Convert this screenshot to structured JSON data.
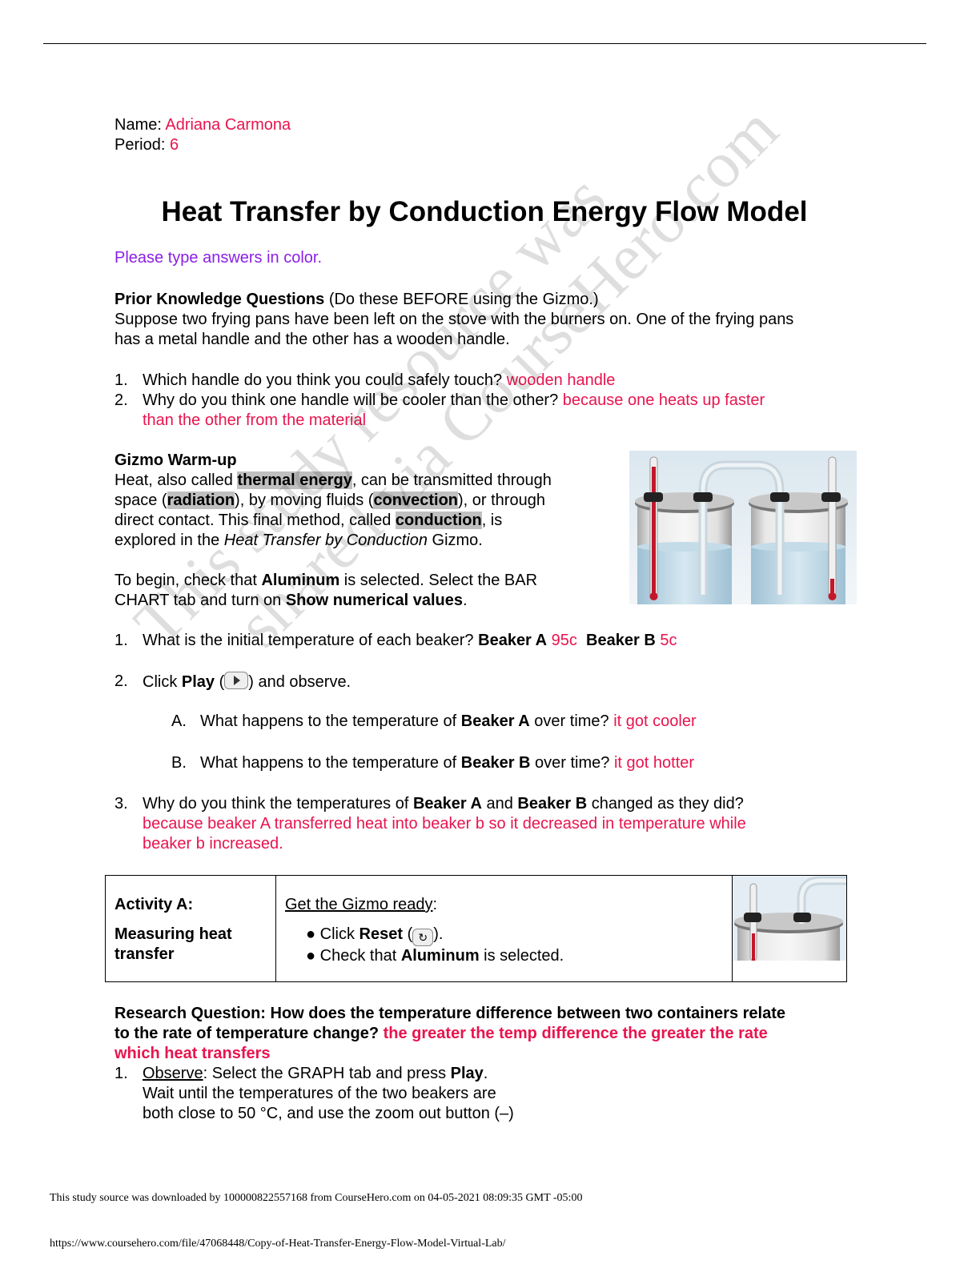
{
  "header": {
    "name_label": "Name: ",
    "name_value": "Adriana Carmona",
    "period_label": "Period: ",
    "period_value": "6"
  },
  "title": "Heat Transfer by Conduction Energy Flow Model",
  "instruction": "Please type answers in color.",
  "prior": {
    "heading": "Prior Knowledge Questions",
    "heading_note": " (Do these BEFORE using the Gizmo.)",
    "intro_line1": "Suppose two frying pans have been left on the stove with the burners on. One of the frying pans",
    "intro_line2": "has a metal handle and the other has a wooden handle.",
    "q1_num": "1.",
    "q1": "Which handle do you think you could safely touch? ",
    "q1_answer": "wooden handle",
    "q2_num": "2.",
    "q2": "Why do you think one handle will be cooler than the other? ",
    "q2_answer_line1": "because one heats up faster",
    "q2_answer_line2": "than the other from the material"
  },
  "warmup": {
    "heading": "Gizmo Warm-up",
    "l1a": "Heat, also called ",
    "l1b": "thermal energy",
    "l1c": ", can be transmitted through",
    "l2a": "space (",
    "l2b": "radiation",
    "l2c": "), by moving fluids (",
    "l2d": "convection",
    "l2e": "), or through",
    "l3a": "direct contact. This final method, called ",
    "l3b": "conduction",
    "l3c": ", is",
    "l4a": "explored in the ",
    "l4b": "Heat Transfer by Conduction",
    "l4c": " Gizmo.",
    "l5a": "To begin, check that ",
    "l5b": "Aluminum",
    "l5c": " is selected. Select the BAR",
    "l6a": "CHART tab and turn on ",
    "l6b": "Show numerical values",
    "l6c": ".",
    "q1_num": "1.",
    "q1": "What is the initial temperature of each beaker? ",
    "q1_beaker_a": "Beaker A",
    "q1_answer_a": " 95c",
    "q1_beaker_b": "Beaker B",
    "q1_answer_b": " 5c",
    "q2_num": "2.",
    "q2a": "Click ",
    "q2b": "Play",
    "q2c": " (",
    "q2d": ") and observe.",
    "qA_num": "A.",
    "qA1": "What happens to the temperature of ",
    "qA2": "Beaker A",
    "qA3": " over time? ",
    "qA_answer": "it got cooler",
    "qB_num": "B.",
    "qB1": "What happens to the temperature of ",
    "qB2": "Beaker B",
    "qB3": " over time? ",
    "qB_answer": "it got hotter",
    "q3_num": "3.",
    "q3a": "Why do you think the temperatures of ",
    "q3b": "Beaker A",
    "q3c": " and ",
    "q3d": "Beaker B",
    "q3e": " changed as they did?",
    "q3_answer_line1": "because beaker A transferred heat into beaker b so it decreased in temperature while",
    "q3_answer_line2": "beaker b increased."
  },
  "activity": {
    "label": "Activity A:",
    "subtitle_line1": "Measuring heat",
    "subtitle_line2": "transfer",
    "ready": "Get the Gizmo ready",
    "ready_colon": ":",
    "b1a": "Click ",
    "b1b": "Reset",
    "b1c": " (",
    "b1d": ").",
    "b2a": "Check that ",
    "b2b": "Aluminum",
    "b2c": " is selected.",
    "bullet": "●",
    "reset_glyph": "↻"
  },
  "research": {
    "q_line1": "Research Question: How does the temperature difference between two containers relate",
    "q_line2": "to the rate of temperature change? ",
    "answer_line2": "the greater the temp difference the greater the rate",
    "answer_line3": "which heat transfers",
    "s1_num": "1.",
    "s1a": "Observe",
    "s1b": ": Select the GRAPH tab and press ",
    "s1c": "Play",
    "s1d": ".",
    "s1_line2": "Wait until the temperatures of the two beakers are",
    "s1_line3": "both close to 50 °C, and use the zoom out button (–)"
  },
  "watermark": {
    "line1": "This study resource was",
    "line2": "shared via CourseHero.com"
  },
  "footer": {
    "download": "This study source was downloaded by 100000822557168 from CourseHero.com on 04-05-2021 08:09:35 GMT -05:00",
    "url": "https://www.coursehero.com/file/47068448/Copy-of-Heat-Transfer-Energy-Flow-Model-Virtual-Lab/"
  },
  "colors": {
    "answer": "#e8144e",
    "instruction": "#8b1fe6",
    "highlight": "#c0c0c0"
  }
}
